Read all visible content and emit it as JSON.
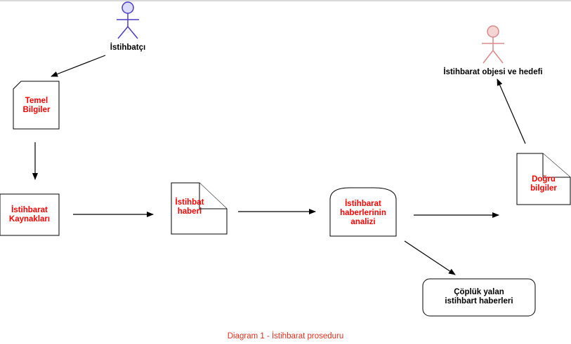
{
  "actors": {
    "source": {
      "label": "İstihbatçı",
      "color": "#4a3cc4",
      "head_fill": "#dcdcff"
    },
    "target": {
      "label": "İstihbarat objesi ve hedefi",
      "color": "#d98a8a",
      "head_fill": "#f6d4d4"
    }
  },
  "nodes": {
    "temel": {
      "label": "Temel\nBilgiler"
    },
    "kaynaklar": {
      "label": "İstihbarat\nKaynakları"
    },
    "haber": {
      "label": "İstihbat\nhaberi"
    },
    "analiz": {
      "label": "İstihbarat\nhaberlerinin\nanalizi"
    },
    "dogru": {
      "label": "Doğru\nbilgiler"
    },
    "coplu": {
      "label": "Çöplük yalan\nistihbart haberleri"
    }
  },
  "caption": "Diagram 1 - İstihbarat proseduru",
  "colors": {
    "node_text": "#ff0000",
    "stroke": "#000000"
  }
}
